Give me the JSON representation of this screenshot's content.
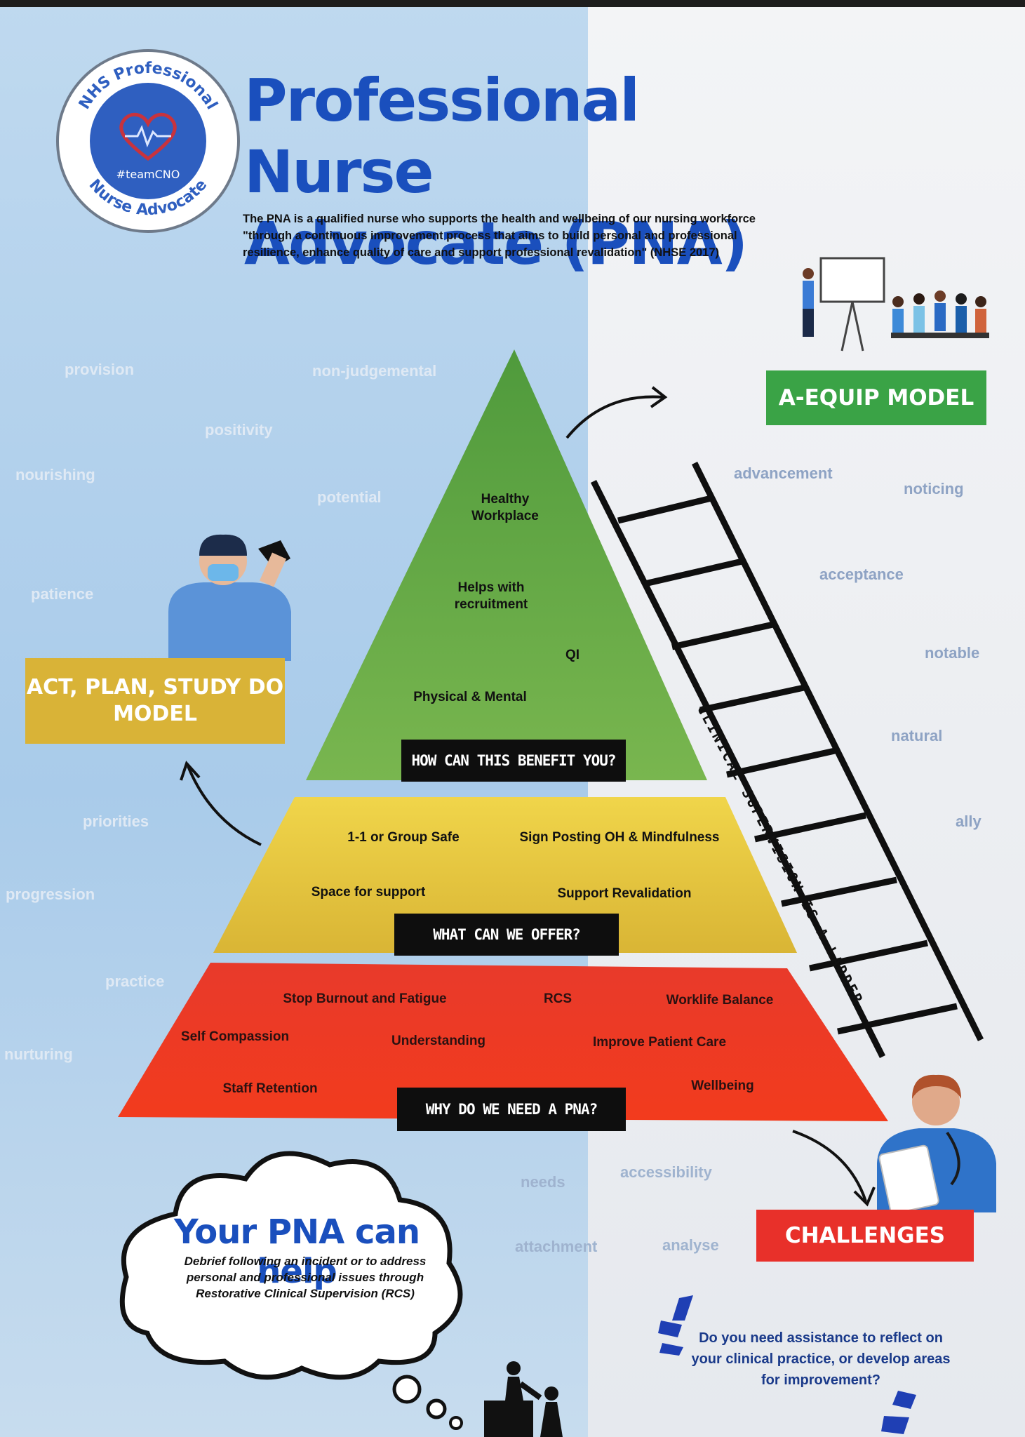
{
  "colors": {
    "title_blue": "#1a4fbd",
    "green": "#6fae4d",
    "yellow": "#e0c43a",
    "red": "#e8362a",
    "box_yellow": "#d9b337",
    "box_green": "#3aa346",
    "box_red": "#e8302a"
  },
  "logo": {
    "top_text": "NHS Professional",
    "bottom_text": "Nurse Advocate",
    "center_text": "#teamCNO",
    "icon": "heart-pulse-icon"
  },
  "title": {
    "line1": "Professional Nurse",
    "line2": "Advocate (PNA)"
  },
  "intro": "The PNA is a qualified nurse who supports the health and wellbeing of our nursing workforce \"through a continuous improvement process that aims to build personal and professional resilience, enhance quality of care and support professional revalidation\" (NHSE 2017)",
  "words_left": [
    "provision",
    "non-judgemental",
    "positivity",
    "nourishing",
    "potential",
    "patience",
    "priorities",
    "progression",
    "practice",
    "nurturing"
  ],
  "words_right": [
    "advancement",
    "noticing",
    "acceptance",
    "notable",
    "natural",
    "ally"
  ],
  "words_bottom": [
    "needs",
    "accessibility",
    "attachment",
    "analyse"
  ],
  "boxes": {
    "aequip": "A-EQUIP MODEL",
    "apsd": "ACT, PLAN, STUDY DO MODEL",
    "challenges": "CHALLENGES"
  },
  "pyramid": {
    "top": {
      "items": [
        "Healthy Workplace",
        "Helps with recruitment",
        "QI",
        "Physical & Mental"
      ],
      "label": "HOW CAN THIS BENEFIT YOU?"
    },
    "middle": {
      "items": [
        "1-1 or Group Safe",
        "Sign Posting OH & Mindfulness",
        "Space for support",
        "Support Revalidation"
      ],
      "label": "WHAT CAN WE OFFER?"
    },
    "bottom": {
      "items": [
        "Stop Burnout and Fatigue",
        "RCS",
        "Worklife Balance",
        "Self Compassion",
        "Understanding",
        "Improve Patient Care",
        "Staff Retention",
        "Wellbeing"
      ],
      "label": "WHY DO WE NEED A PNA?"
    }
  },
  "ladder": {
    "text": "CLINICAL SUPERVISION IS A LADDER"
  },
  "cloud": {
    "title": "Your PNA can help",
    "text": "Debrief following an incident or to address personal and professional issues through Restorative Clinical Supervision (RCS)"
  },
  "assist": "Do you need assistance to reflect on your clinical practice, or develop areas for improvement?"
}
